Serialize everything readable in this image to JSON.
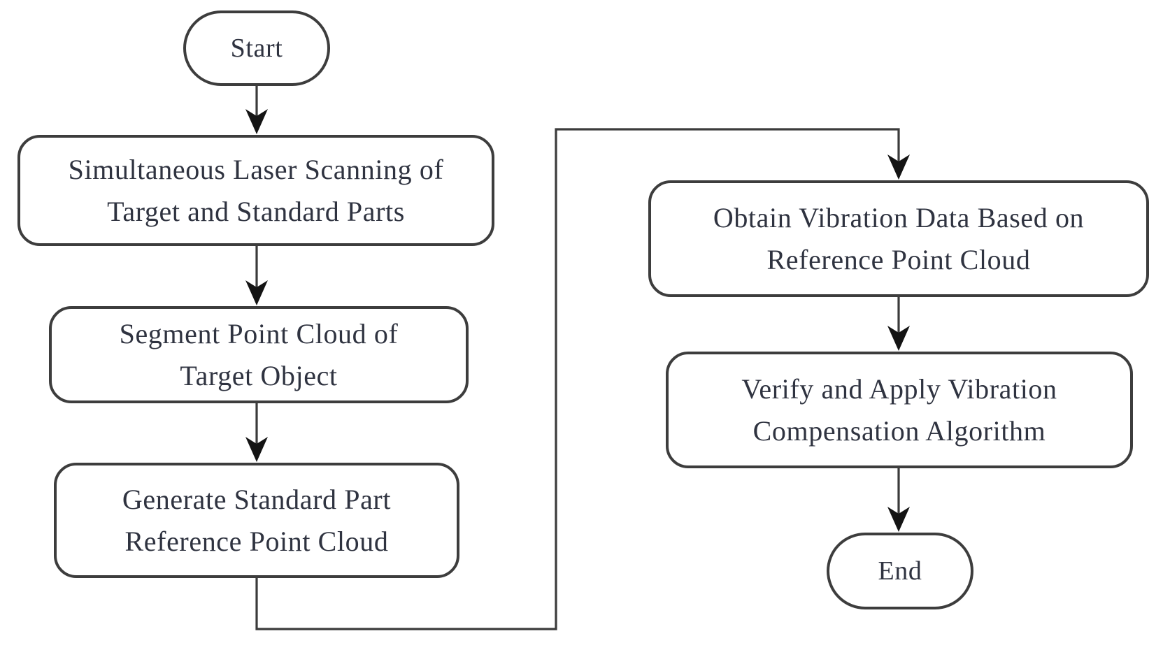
{
  "diagram": {
    "type": "flowchart",
    "background_color": "#ffffff",
    "stroke_color": "#3b3b3b",
    "text_color": "#2f3340",
    "nodes": [
      {
        "id": "start",
        "shape": "terminator",
        "label": "Start"
      },
      {
        "id": "scan",
        "shape": "process",
        "lines": [
          "Simultaneous Laser Scanning of",
          "Target and Standard Parts"
        ]
      },
      {
        "id": "segment",
        "shape": "process",
        "lines": [
          "Segment Point Cloud of",
          "Target Object"
        ]
      },
      {
        "id": "generate",
        "shape": "process",
        "lines": [
          "Generate Standard Part",
          "Reference Point Cloud"
        ]
      },
      {
        "id": "obtain",
        "shape": "process",
        "lines": [
          "Obtain Vibration Data Based on",
          "Reference Point Cloud"
        ]
      },
      {
        "id": "verify",
        "shape": "process",
        "lines": [
          "Verify and Apply Vibration",
          "Compensation Algorithm"
        ]
      },
      {
        "id": "end",
        "shape": "terminator",
        "label": "End"
      }
    ],
    "edges": [
      {
        "from": "start",
        "to": "scan"
      },
      {
        "from": "scan",
        "to": "segment"
      },
      {
        "from": "segment",
        "to": "generate"
      },
      {
        "from": "generate",
        "to": "obtain",
        "routing": "down-right-up-right-down"
      },
      {
        "from": "obtain",
        "to": "verify"
      },
      {
        "from": "verify",
        "to": "end"
      }
    ]
  }
}
